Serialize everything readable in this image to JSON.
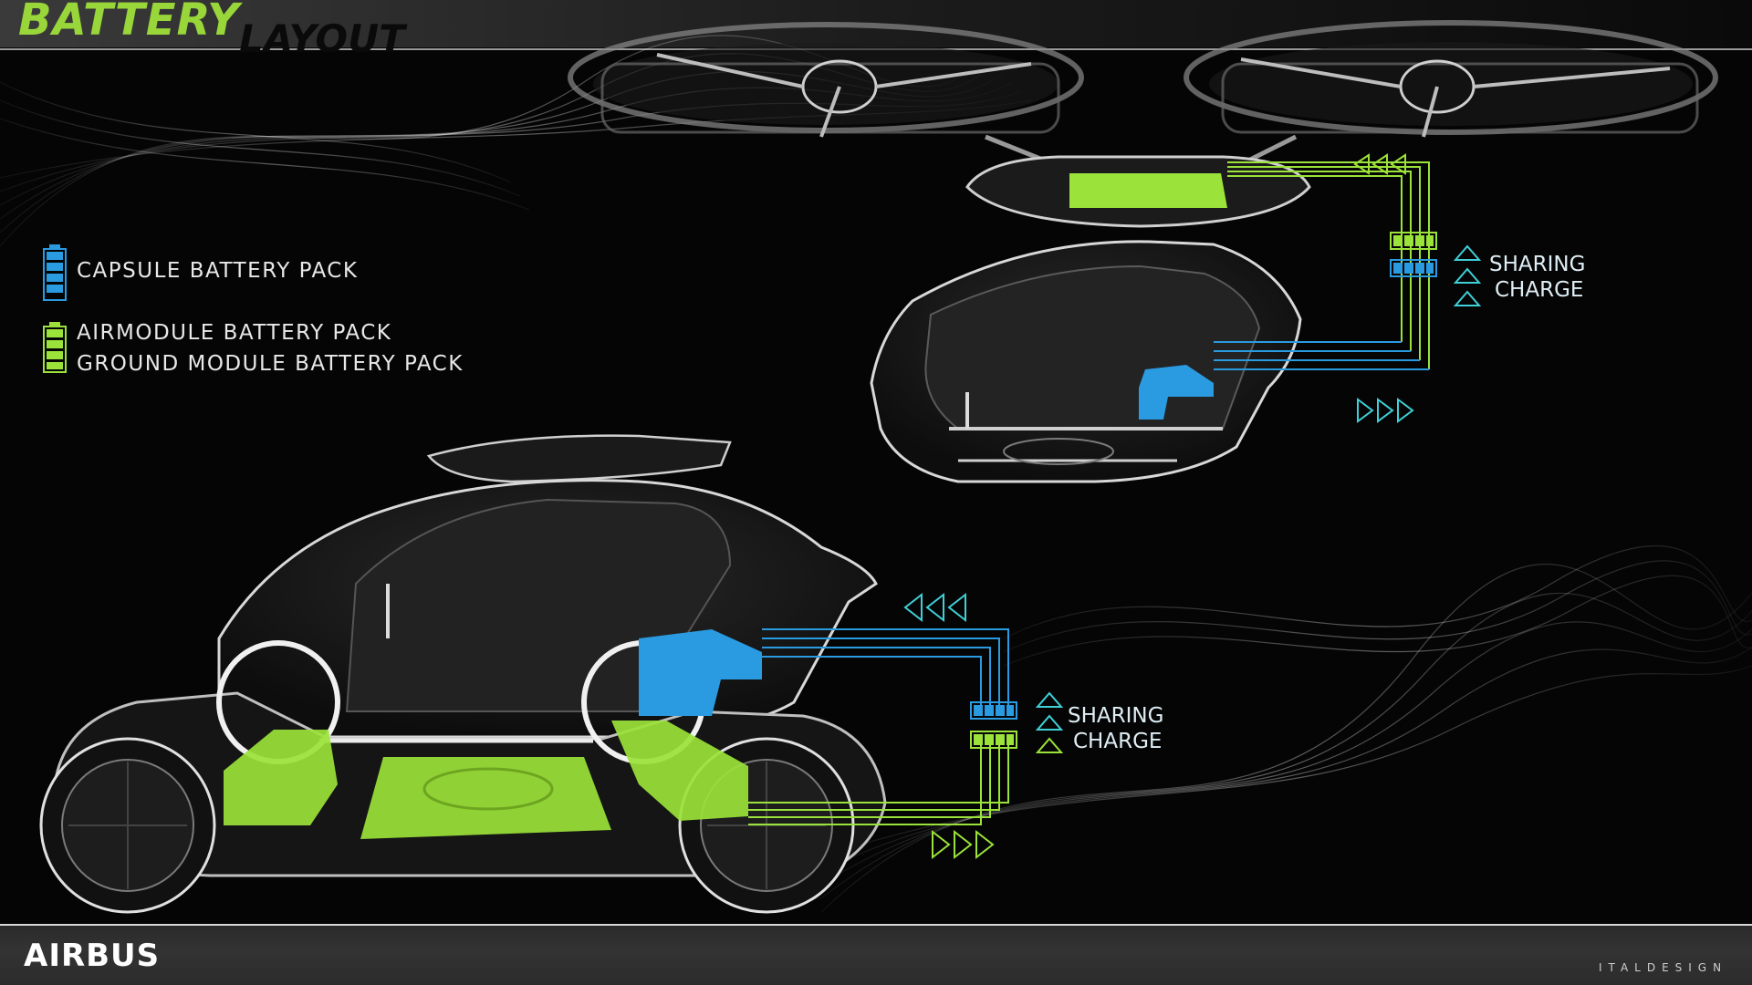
{
  "title": {
    "word1": "BATTERY",
    "word2": "LAYOUT"
  },
  "legend": {
    "capsule": "CAPSULE BATTERY PACK",
    "airmodule": "AIRMODULE BATTERY PACK",
    "ground": "GROUND MODULE BATTERY PACK"
  },
  "charge_top": {
    "line1": "SHARING",
    "line2": "CHARGE"
  },
  "charge_bottom": {
    "line1": "SHARING",
    "line2": "CHARGE"
  },
  "footer": {
    "left_logo": "AIRBUS",
    "right_logo": "ITALDESIGN"
  },
  "colors": {
    "capsule_blue": "#2a9be0",
    "module_green": "#9be33a",
    "title_green": "#98d63a",
    "arrow_cyan": "#3fd0d8"
  }
}
